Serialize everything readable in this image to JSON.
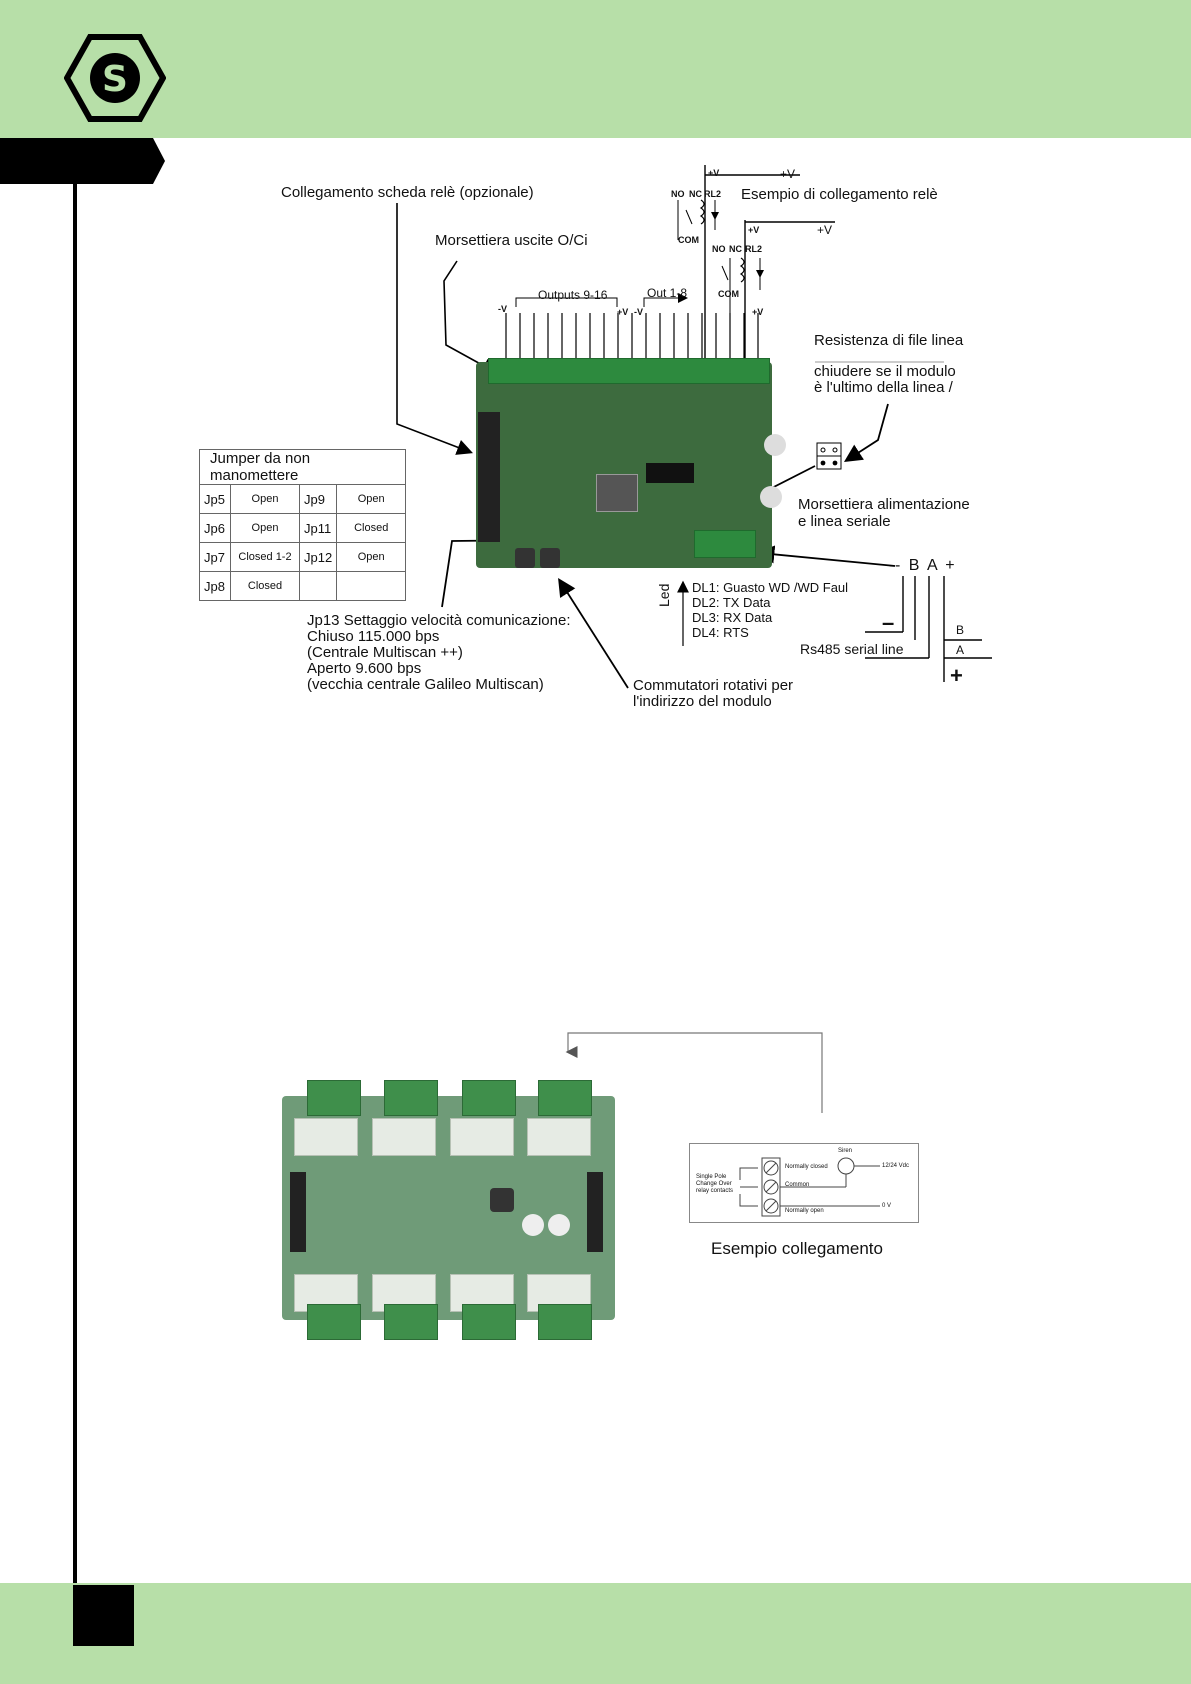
{
  "page": {
    "logo_letter": "S",
    "colors": {
      "band": "#b7dfa8",
      "tab": "#000000",
      "board": "#3d6b3e",
      "terminal": "#2d8a3e"
    }
  },
  "diagram1": {
    "labels": {
      "collegamento": "Collegamento scheda relè (opzionale)",
      "morsettiera_uscite": "Morsettiera uscite O/Ci",
      "outputs": "Outputs 9-16",
      "out18": "Out 1-8",
      "esempio_rele": "Esempio di collegamento relè",
      "resistenza": "Resistenza di file linea",
      "chiudere1": "chiudere se il modulo",
      "chiudere2": "è l'ultimo della linea /",
      "morsettiera_alim1": "Morsettiera alimentazione",
      "morsettiera_alim2": "e linea seriale",
      "bus": "- B A +",
      "jp13_1": "Jp13 Settaggio velocità comunicazione:",
      "jp13_2": "Chiuso 115.000 bps",
      "jp13_3": "(Centrale Multiscan ++)",
      "jp13_4": "Aperto 9.600 bps",
      "jp13_5": "(vecchia centrale Galileo Multiscan)",
      "comm1": "Commutatori rotativi per",
      "comm2": "l'indirizzo del modulo",
      "led": "Led",
      "dl1": "DL1: Guasto WD /WD Faul",
      "dl2": "DL2: TX Data",
      "dl3": "DL3: RX Data",
      "dl4": "DL4: RTS",
      "rs485": "Rs485 serial line",
      "B": "B",
      "A": "A",
      "minus": "–",
      "plus": "+",
      "v_minus": "-V",
      "v_plus": "+V",
      "v_plus_big": "+V",
      "no": "NO",
      "nc": "NC",
      "rl2": "RL2",
      "com": "COM"
    },
    "jumper_table": {
      "title": "Jumper da non manomettere",
      "rows": [
        [
          "Jp5",
          "Open",
          "Jp9",
          "Open"
        ],
        [
          "Jp6",
          "Open",
          "Jp11",
          "Closed"
        ],
        [
          "Jp7",
          "Closed 1-2",
          "Jp12",
          "Open"
        ],
        [
          "Jp8",
          "Closed",
          "",
          ""
        ]
      ]
    }
  },
  "diagram2": {
    "caption": "Esempio collegamento",
    "labels": {
      "single_pole1": "Single Pole",
      "single_pole2": "Change Over",
      "single_pole3": "relay contacts",
      "nc": "Normally closed",
      "common": "Common",
      "no": "Normally open",
      "siren": "Siren",
      "vdc": "12/24 Vdc",
      "zero": "0 V"
    }
  }
}
